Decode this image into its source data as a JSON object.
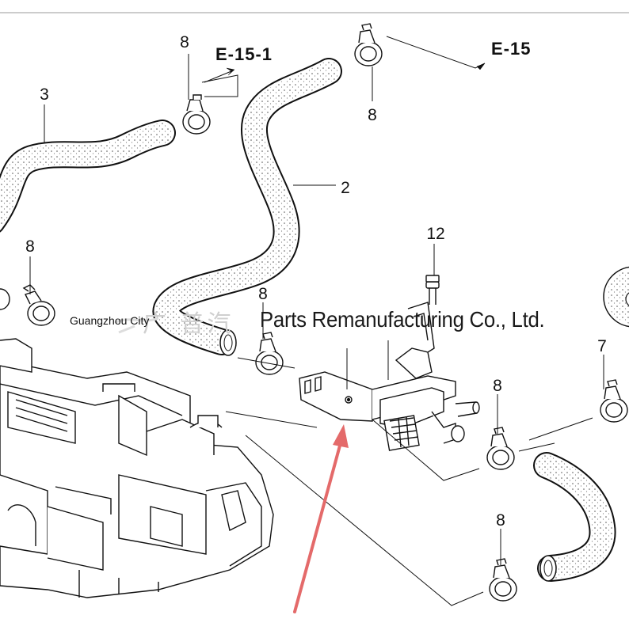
{
  "diagram": {
    "callouts": {
      "c1": "8",
      "c2": "8",
      "c3": "3",
      "c4": "2",
      "c5": "8",
      "c6": "12",
      "c7": "8",
      "c8": "8",
      "c9": "7",
      "c10": "8"
    },
    "references": {
      "left": "E-15-1",
      "right": "E-15"
    }
  },
  "watermark": {
    "company": "Parts Remanufacturing Co., Ltd.",
    "city": "Guangzhou City",
    "cjk": "广 普汽"
  },
  "colors": {
    "line": "#111111",
    "highlight_arrow": "#e46a6a"
  }
}
